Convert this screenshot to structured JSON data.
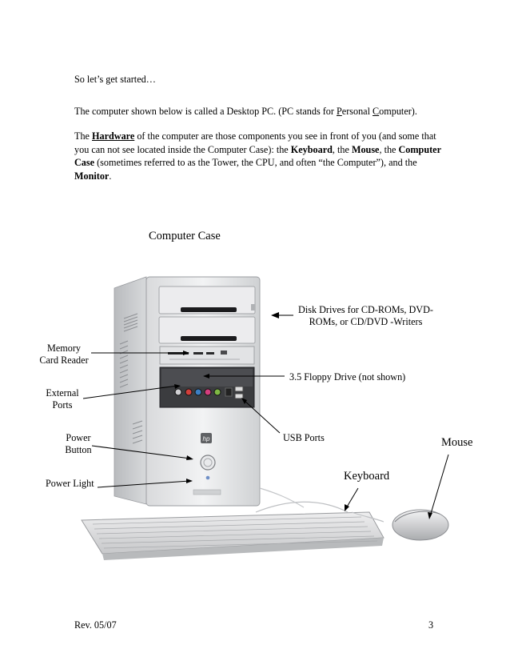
{
  "intro": "So let’s get started…",
  "para1": {
    "before": "The computer shown below is called a Desktop PC.  (PC stands for ",
    "p": "P",
    "mid1": "ersonal ",
    "c": "C",
    "after": "omputer)."
  },
  "para2": {
    "t1": "The ",
    "hardware": "Hardware",
    "t2": " of the computer are those components you see in front of you (and some that you can not see located inside the Computer Case):  the ",
    "keyboard": "Keyboard",
    "t3": ", the ",
    "mouse": "Mouse",
    "t4": ", the ",
    "case": "Computer Case",
    "t5": " (sometimes referred to as the Tower, the CPU, and often “the Computer”), and the ",
    "monitor": "Monitor",
    "t6": "."
  },
  "figure": {
    "title": "Computer Case",
    "labels": {
      "disk_drives": [
        "Disk Drives for CD-ROMs, DVD-",
        "ROMs, or CD/DVD -Writers"
      ],
      "memory_card": [
        "Memory",
        "Card Reader"
      ],
      "floppy": "3.5 Floppy Drive (not shown)",
      "external_ports": [
        "External",
        "Ports"
      ],
      "usb_ports": "USB Ports",
      "power_button": [
        "Power",
        "Button"
      ],
      "mouse": "Mouse",
      "keyboard": "Keyboard",
      "power_light": "Power Light"
    },
    "logo": "hp"
  },
  "footer": {
    "revision": "Rev. 05/07",
    "page_number": "3"
  }
}
